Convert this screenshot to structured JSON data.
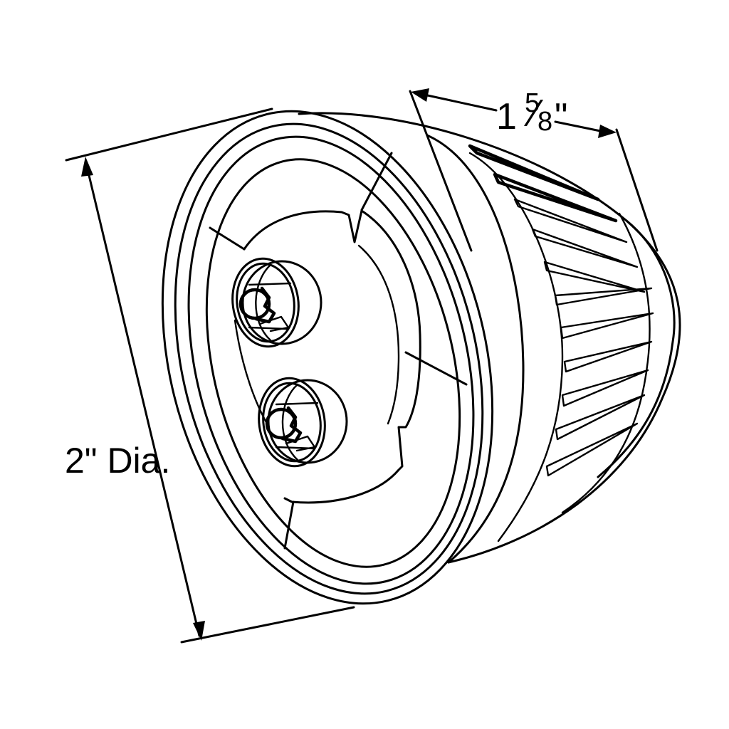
{
  "drawing": {
    "subject": "2-inch round LED lamp, dimensional line drawing",
    "stroke_color": "#000000",
    "background_color": "#ffffff"
  },
  "dimensions": {
    "diameter": {
      "label": "2\" Dia.",
      "value": "2",
      "unit": "in"
    },
    "depth": {
      "whole": "1",
      "numerator": "5",
      "denominator": "8",
      "unit_mark": "\"",
      "value": "1 5/8",
      "unit": "in"
    }
  },
  "parts": {
    "led_sockets": 2,
    "fin_count": 11,
    "radial_ribs": 4
  }
}
